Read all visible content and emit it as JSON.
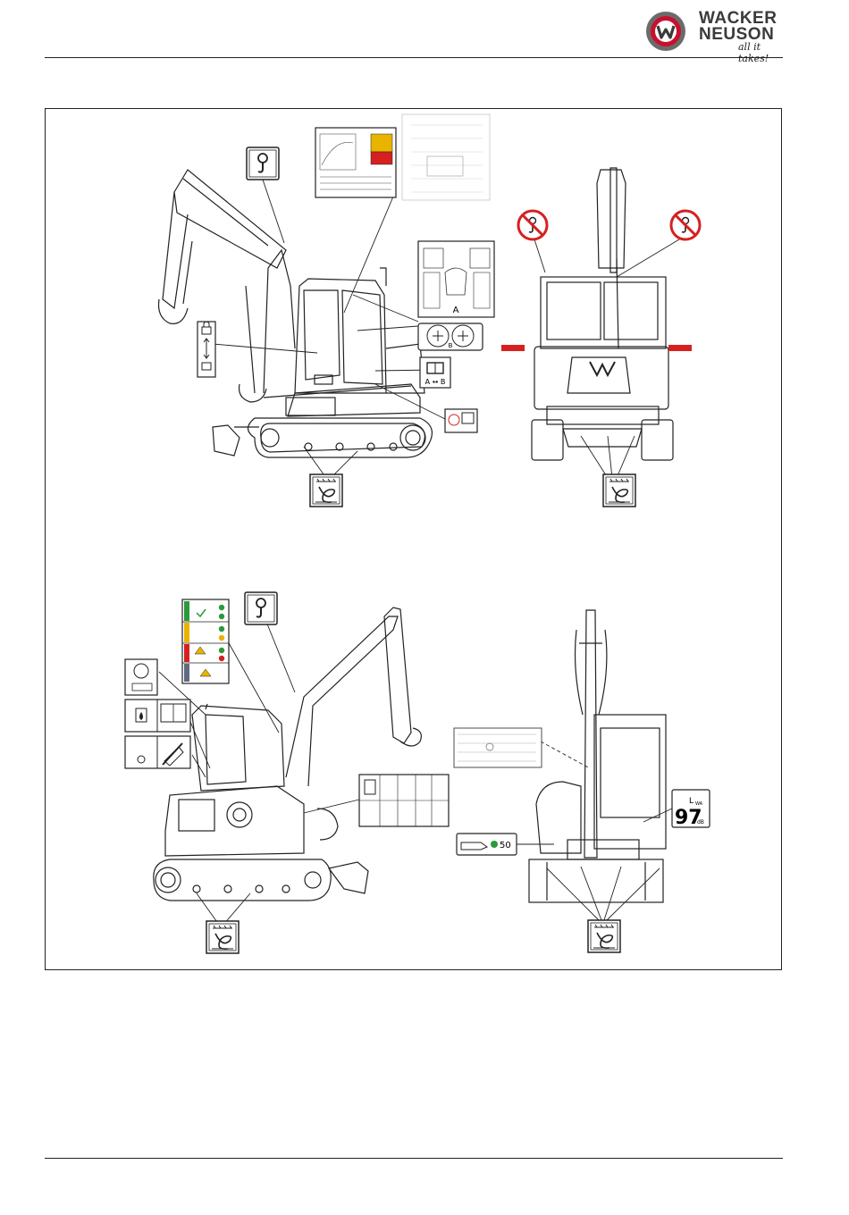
{
  "brand": {
    "name_line1": "WACKER",
    "name_line2": "NEUSON",
    "tagline": "all it takes!",
    "brand_color": "#c8102e"
  },
  "colors": {
    "line": "#222222",
    "prohibition_red": "#d62020",
    "marker_red": "#d62020",
    "status_green": "#2a9a3a",
    "status_yellow": "#e8b400",
    "status_red": "#d62020",
    "status_grey": "#606a80"
  },
  "decals": {
    "shift_label": "A ↔ B",
    "panel_letter_a": "A",
    "panel_letter_b": "B",
    "sound_power_value": "97",
    "sound_power_symbol": "L",
    "sound_power_sub": "WA",
    "sound_power_unit": "dB",
    "fuel_gauge_value": "50",
    "icons": [
      "lifting-hook-icon",
      "no-lifting-hook-icon",
      "tie-down-point-icon",
      "lock-unlock-icon",
      "read-manual-icon",
      "hydraulic-oil-icon",
      "grease-point-icon",
      "engine-check-icon"
    ]
  }
}
